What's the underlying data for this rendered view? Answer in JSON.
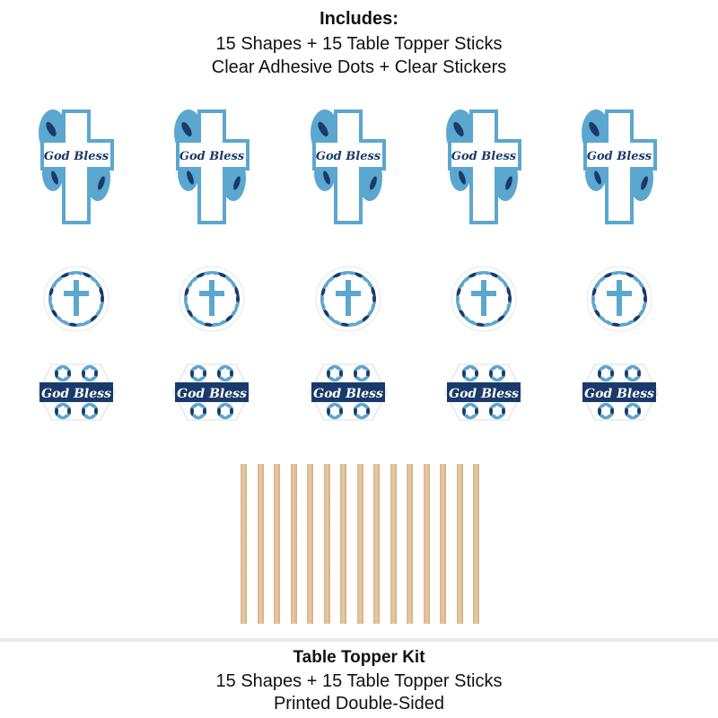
{
  "header": {
    "title": "Includes:",
    "lines": [
      "15 Shapes + 15 Table Topper Sticks",
      "Clear Adhesive Dots + Clear Stickers"
    ]
  },
  "shape_text": "God Bless",
  "counts": {
    "crosses": 5,
    "wreaths": 5,
    "hexagons": 5,
    "sticks": 15
  },
  "colors": {
    "light_blue": "#5ba7cf",
    "navy": "#1b3a6b",
    "stick": "#e0bf98"
  },
  "footer": {
    "title": "Table Topper Kit",
    "lines": [
      "15 Shapes + 15 Table Topper Sticks",
      "Printed Double-Sided"
    ]
  }
}
